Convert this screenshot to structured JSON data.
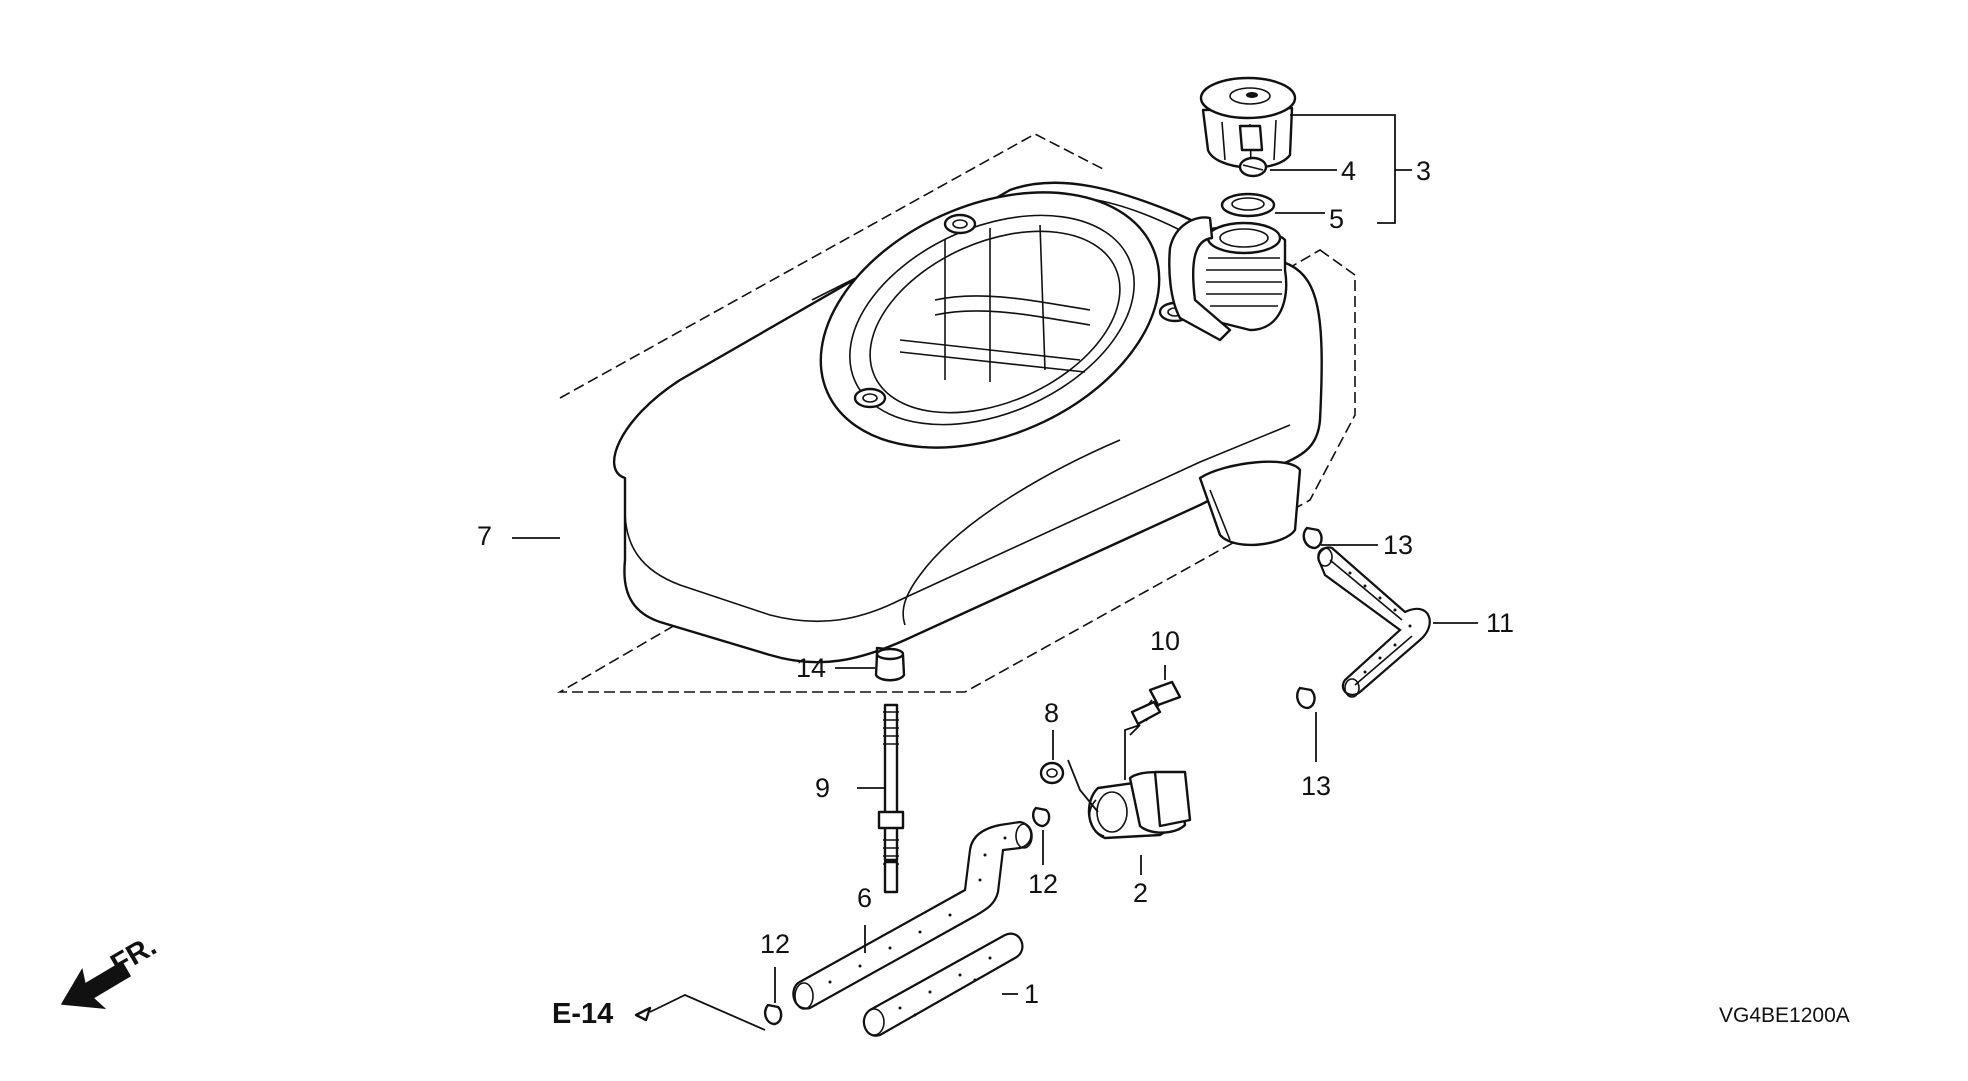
{
  "diagram": {
    "part_numbers": {
      "p1": "1",
      "p2": "2",
      "p3": "3",
      "p4": "4",
      "p5": "5",
      "p6": "6",
      "p7": "7",
      "p8": "8",
      "p9": "9",
      "p10": "10",
      "p11": "11",
      "p12a": "12",
      "p12b": "12",
      "p13a": "13",
      "p13b": "13",
      "p14": "14"
    },
    "ref_label": "E-14",
    "direction_label": "FR.",
    "drawing_code": "VG4BE1200A"
  }
}
